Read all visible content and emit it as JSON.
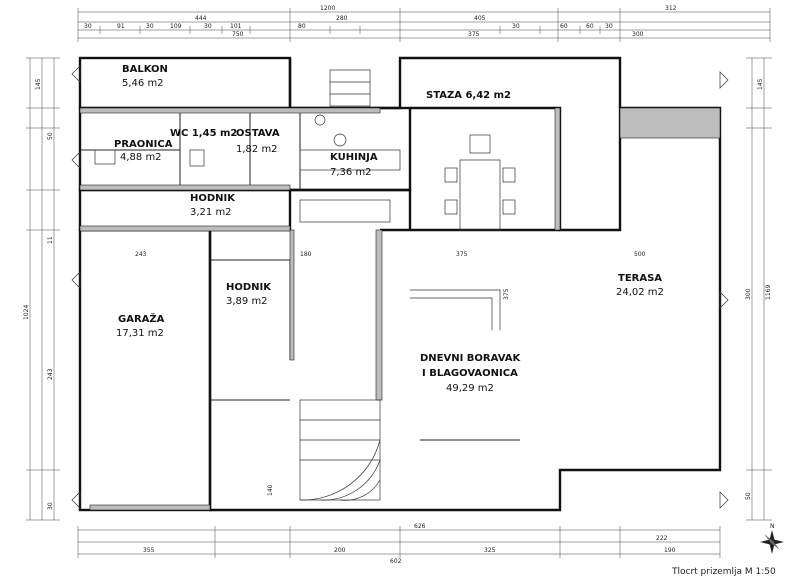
{
  "rooms": [
    {
      "name": "BALKON",
      "area": "5,46 m2"
    },
    {
      "name": "PRAONICA",
      "area": "4,88 m2"
    },
    {
      "name": "WC 1,45 m2",
      "area": ""
    },
    {
      "name": "OSTAVA",
      "area": "1,82 m2"
    },
    {
      "name": "KUHINJA",
      "area": "7,36 m2"
    },
    {
      "name": "STAZA 6,42 m2",
      "area": ""
    },
    {
      "name": "HODNIK",
      "area": "3,21 m2"
    },
    {
      "name": "HODNIK",
      "area": "3,89 m2"
    },
    {
      "name": "GARAŽA",
      "area": "17,31 m2"
    },
    {
      "name": "TERASA",
      "area": "24,02 m2"
    },
    {
      "name": "DNEVNI BORAVAK",
      "name2": "I BLAGOVAONICA",
      "area": "49,29 m2"
    }
  ],
  "dims_top_1": [
    "1200",
    "312"
  ],
  "dims_top_2": [
    "444",
    "280",
    "405"
  ],
  "dims_top_3": [
    "30",
    "91",
    "30",
    "109",
    "30",
    "101",
    "80",
    "30",
    "60",
    "60",
    "30"
  ],
  "dims_top_4": [
    "750",
    "375",
    "300"
  ],
  "dims_bottom_1": [
    "626",
    "222"
  ],
  "dims_bottom_2": [
    "355",
    "200",
    "325",
    "190"
  ],
  "dims_bottom_3": [
    "602"
  ],
  "dims_left": [
    "145",
    "50",
    "1024",
    "243",
    "11",
    "30"
  ],
  "dims_right": [
    "145",
    "1169",
    "300",
    "50"
  ],
  "dims_inner": [
    "500",
    "375",
    "243",
    "180",
    "140",
    "375"
  ],
  "scale": "Tlocrt prizemlja   M 1:50",
  "north": "N"
}
